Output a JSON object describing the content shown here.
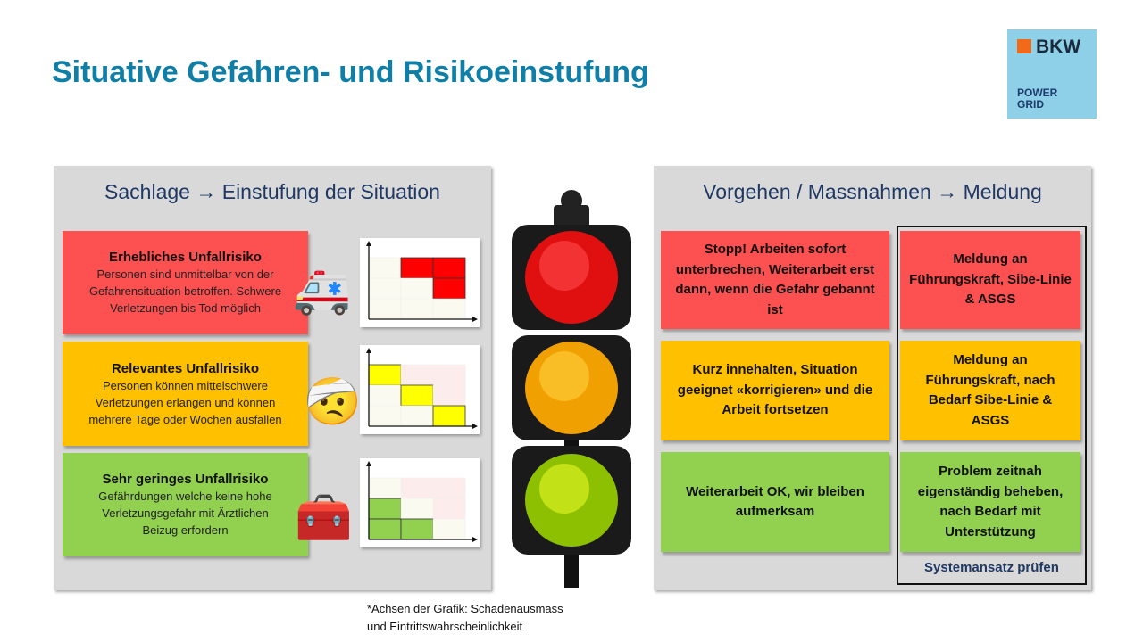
{
  "title": "Situative Gefahren- und Risikoeinstufung",
  "logo": {
    "brand": "BKW",
    "sub": "POWER GRID",
    "accent": "#f06a1a",
    "bg": "#8dd0e8"
  },
  "left": {
    "header": "Sachlage → Einstufung der Situation",
    "cards": [
      {
        "title": "Erhebliches Unfallrisiko",
        "text": "Personen sind unmittelbar von der Gefahrensituation betroffen. Schwere Verletzungen bis Tod möglich",
        "icon": "ambulance-icon"
      },
      {
        "title": "Relevantes Unfallrisiko",
        "text": "Personen können mittelschwere Verletzungen erlangen und können mehrere Tage oder Wochen ausfallen",
        "icon": "injured-person-icon"
      },
      {
        "title": "Sehr geringes Unfallrisiko",
        "text": "Gefährdungen welche keine hohe Verletzungsgefahr mit Ärztlichen Beizug erfordern",
        "icon": "first-aid-kit-icon"
      }
    ]
  },
  "matrices": [
    {
      "color": "#ff0000",
      "cells": [
        [
          0,
          1,
          1
        ],
        [
          0,
          0,
          1
        ],
        [
          0,
          0,
          0
        ]
      ]
    },
    {
      "color": "#ffff00",
      "cells": [
        [
          1,
          0,
          0
        ],
        [
          0,
          1,
          0
        ],
        [
          0,
          0,
          1
        ]
      ]
    },
    {
      "color": "#92d050",
      "cells": [
        [
          0,
          0,
          0
        ],
        [
          1,
          0,
          0
        ],
        [
          1,
          1,
          0
        ]
      ]
    }
  ],
  "right": {
    "header": "Vorgehen / Massnahmen → Meldung",
    "actions": [
      "Stopp! Arbeiten sofort unterbrechen, Weiterarbeit erst dann, wenn die Gefahr gebannt ist",
      "Kurz innehalten, Situation geeignet «korrigieren» und die Arbeit fortsetzen",
      "Weiterarbeit OK, wir bleiben aufmerksam"
    ],
    "reports": [
      "Meldung an Führungskraft, Sibe-Linie & ASGS",
      "Meldung an Führungskraft, nach Bedarf Sibe-Linie & ASGS",
      "Problem zeitnah eigenständig beheben, nach Bedarf mit Unterstützung"
    ],
    "system": "Systemansatz prüfen"
  },
  "footnote": [
    "*Achsen der Grafik: Schadenausmass",
    "und Eintrittswahrscheinlichkeit"
  ]
}
